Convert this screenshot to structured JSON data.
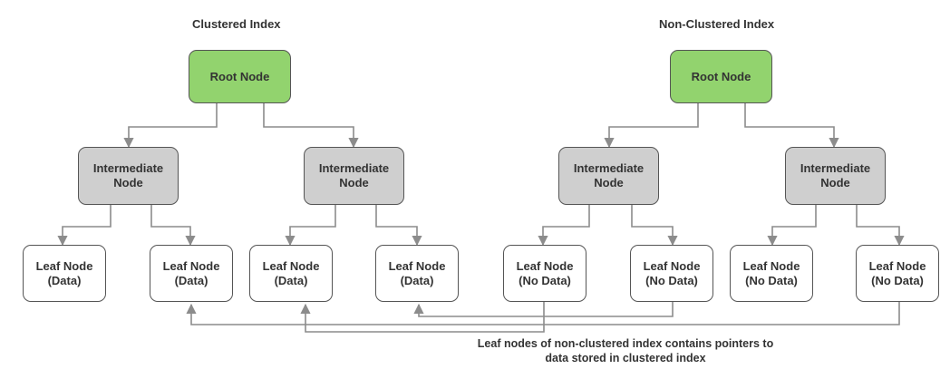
{
  "clustered": {
    "title": "Clustered Index",
    "root": "Root Node",
    "intermediate": [
      {
        "line1": "Intermediate",
        "line2": "Node"
      },
      {
        "line1": "Intermediate",
        "line2": "Node"
      }
    ],
    "leaves": [
      {
        "line1": "Leaf Node",
        "line2": "(Data)"
      },
      {
        "line1": "Leaf Node",
        "line2": "(Data)"
      },
      {
        "line1": "Leaf Node",
        "line2": "(Data)"
      },
      {
        "line1": "Leaf Node",
        "line2": "(Data)"
      }
    ]
  },
  "nonclustered": {
    "title": "Non-Clustered Index",
    "root": "Root Node",
    "intermediate": [
      {
        "line1": "Intermediate",
        "line2": "Node"
      },
      {
        "line1": "Intermediate",
        "line2": "Node"
      }
    ],
    "leaves": [
      {
        "line1": "Leaf Node",
        "line2": "(No Data)"
      },
      {
        "line1": "Leaf Node",
        "line2": "(No Data)"
      },
      {
        "line1": "Leaf Node",
        "line2": "(No Data)"
      },
      {
        "line1": "Leaf Node",
        "line2": "(No Data)"
      }
    ]
  },
  "caption": {
    "line1": "Leaf nodes of non-clustered index contains pointers to",
    "line2": "data stored in clustered index"
  },
  "colors": {
    "root_fill": "#92d36e",
    "intermediate_fill": "#cfcfcf",
    "leaf_fill": "#ffffff",
    "connector": "#8c8c8c"
  }
}
